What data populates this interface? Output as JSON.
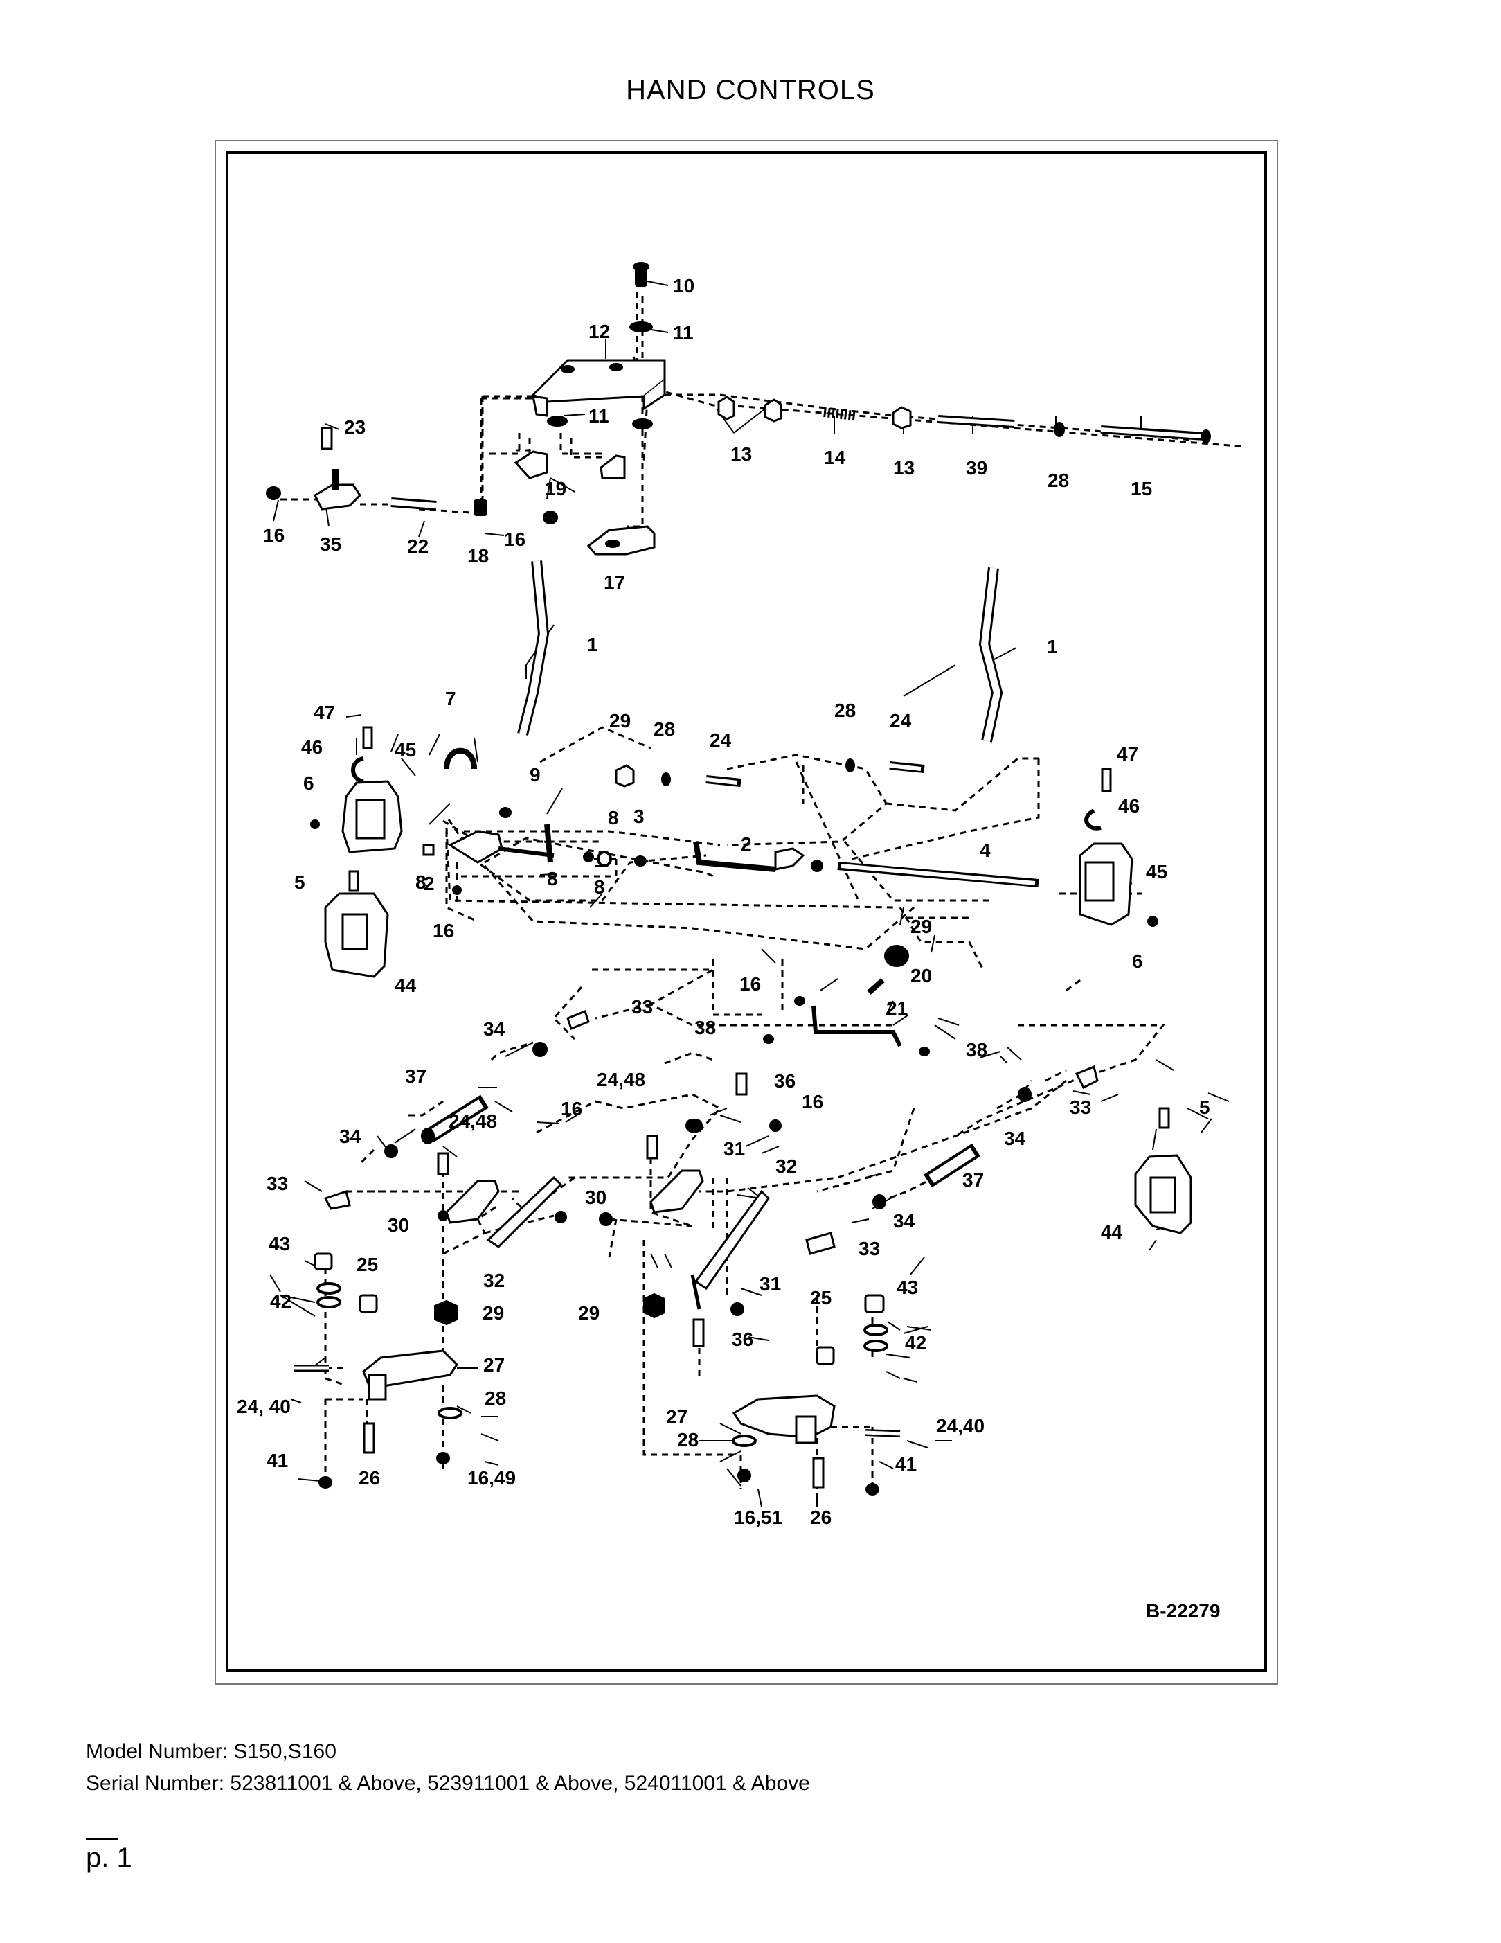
{
  "page": {
    "title": "HAND CONTROLS",
    "drawing_number": "B-22279",
    "model_line": "Model Number: S150,S160",
    "serial_line": "Serial Number: 523811001 & Above, 523911001 & Above, 524011001 & Above",
    "page_number": "p. 1"
  },
  "callouts": [
    "10",
    "11",
    "12",
    "11",
    "13",
    "14",
    "13",
    "39",
    "28",
    "15",
    "23",
    "19",
    "16",
    "35",
    "22",
    "18",
    "16",
    "17",
    "1",
    "1",
    "47",
    "7",
    "46",
    "45",
    "6",
    "9",
    "29",
    "28",
    "24",
    "28",
    "24",
    "8",
    "3",
    "2",
    "8",
    "2",
    "8",
    "8",
    "4",
    "47",
    "46",
    "45",
    "5",
    "16",
    "44",
    "6",
    "29",
    "16",
    "20",
    "33",
    "34",
    "21",
    "38",
    "38",
    "37",
    "24,48",
    "36",
    "16",
    "34",
    "24,48",
    "16",
    "31",
    "33",
    "33",
    "5",
    "34",
    "32",
    "37",
    "33",
    "30",
    "30",
    "34",
    "44",
    "32",
    "43",
    "25",
    "31",
    "42",
    "29",
    "29",
    "36",
    "25",
    "43",
    "42",
    "27",
    "24, 40",
    "28",
    "27",
    "24,40",
    "28",
    "41",
    "26",
    "16,49",
    "41",
    "16,51",
    "26"
  ]
}
